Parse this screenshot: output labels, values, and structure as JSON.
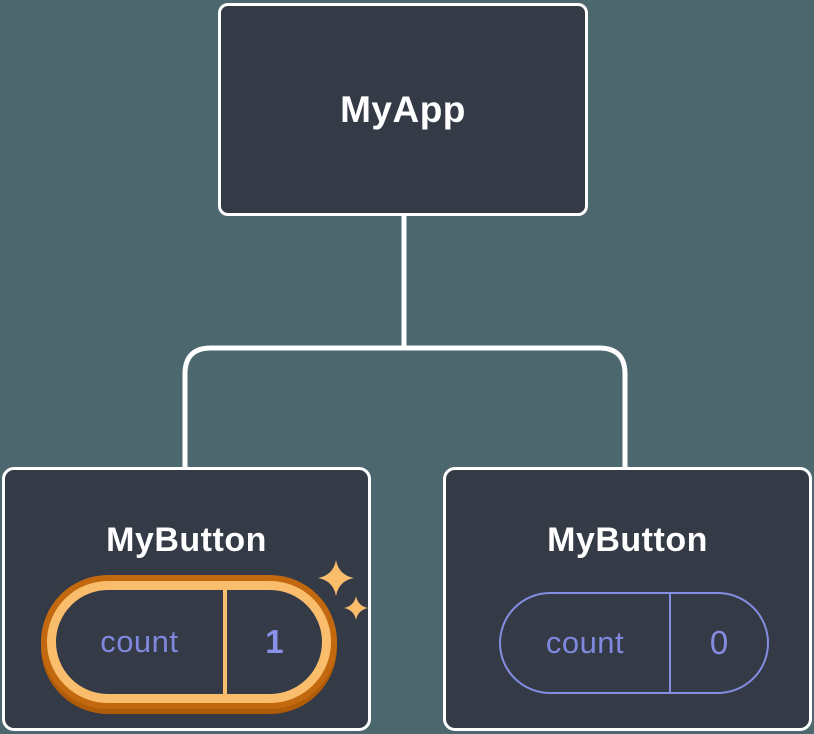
{
  "diagram": {
    "root": {
      "label": "MyApp"
    },
    "children": [
      {
        "label": "MyButton",
        "state": {
          "key": "count",
          "value": "1"
        },
        "highlighted": true
      },
      {
        "label": "MyButton",
        "state": {
          "key": "count",
          "value": "0"
        },
        "highlighted": false
      }
    ]
  },
  "icons": {
    "sparkles": "sparkles-icon (two four-point stars marking updated state)"
  },
  "colors": {
    "background": "#4C676E",
    "node_fill": "#343A46",
    "node_border": "#FFFFFF",
    "connector": "#FFFFFF",
    "state_purple": "#848DE2",
    "highlight_orange_light": "#FABD6C",
    "highlight_orange_dark": "#C2690F"
  }
}
